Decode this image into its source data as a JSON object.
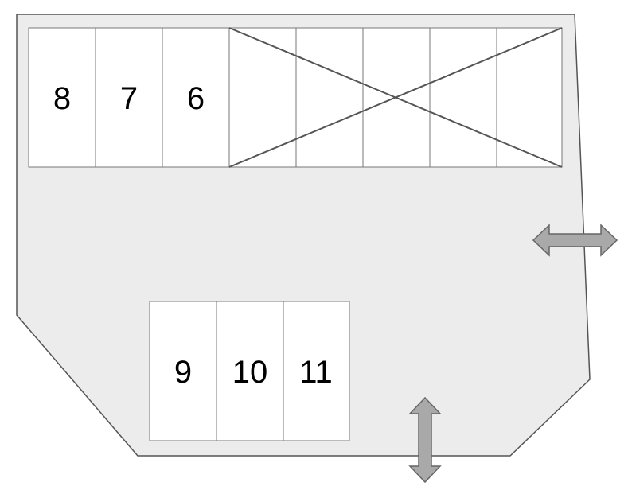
{
  "colors": {
    "floor_fill": "#ececec",
    "outline": "#555555",
    "slot_fill": "#ffffff",
    "slot_border": "#777777",
    "arrow_fill": "#a9a9a9",
    "arrow_stroke": "#666666"
  },
  "top_row": {
    "labeled_slots": [
      {
        "label": "8"
      },
      {
        "label": "7"
      },
      {
        "label": "6"
      }
    ],
    "blocked_slots": 5,
    "blocked_marker": "x-cross"
  },
  "bottom_row": {
    "labeled_slots": [
      {
        "label": "9"
      },
      {
        "label": "10"
      },
      {
        "label": "11"
      }
    ]
  },
  "arrows": [
    {
      "name": "horizontal-double-arrow-icon",
      "direction": "left-right"
    },
    {
      "name": "vertical-double-arrow-icon",
      "direction": "up-down"
    }
  ]
}
